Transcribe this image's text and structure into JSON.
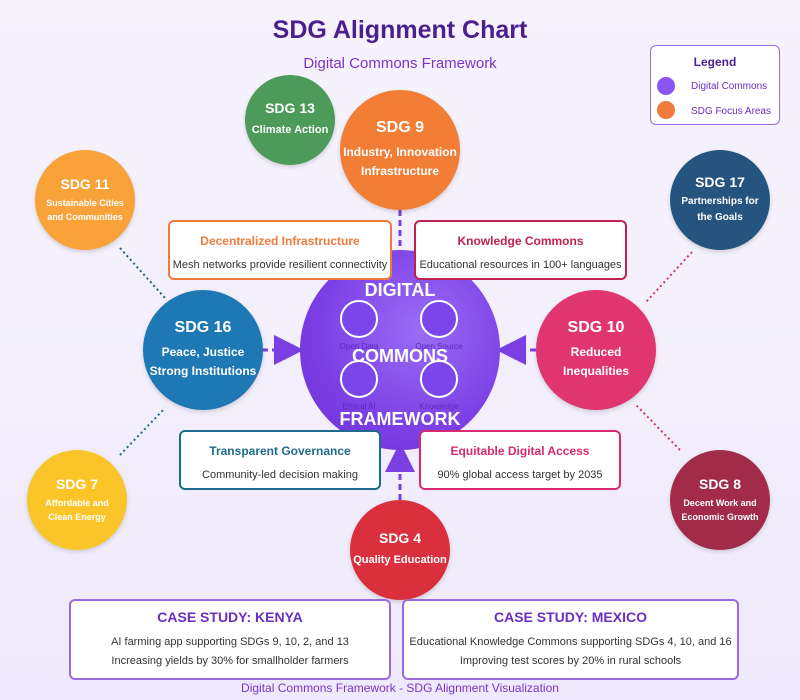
{
  "title": "SDG Alignment Chart",
  "subtitle": "Digital Commons Framework",
  "footer": "Digital Commons Framework - SDG Alignment Visualization",
  "legend": {
    "title": "Legend",
    "items": [
      {
        "label": "Digital Commons",
        "color": "#8a55f0"
      },
      {
        "label": "SDG Focus Areas",
        "color": "#f07a3a"
      }
    ]
  },
  "center": {
    "line1": "DIGITAL",
    "line2": "COMMONS",
    "line3": "FRAMEWORK",
    "nodes": [
      "Open Data",
      "Open Source",
      "Ethical AI",
      "Knowledge"
    ]
  },
  "sdgs": {
    "sdg13": {
      "code": "SDG 13",
      "line1": "Climate Action",
      "line2": "",
      "color": "#4d9a5a"
    },
    "sdg9": {
      "code": "SDG 9",
      "line1": "Industry, Innovation",
      "line2": "Infrastructure",
      "color": "#f27d35"
    },
    "sdg11": {
      "code": "SDG 11",
      "line1": "Sustainable Cities",
      "line2": "and Communities",
      "color": "#f9a23a"
    },
    "sdg17": {
      "code": "SDG 17",
      "line1": "Partnerships for",
      "line2": "the Goals",
      "color": "#25557f"
    },
    "sdg16": {
      "code": "SDG 16",
      "line1": "Peace, Justice",
      "line2": "Strong Institutions",
      "color": "#1d78b4"
    },
    "sdg10": {
      "code": "SDG 10",
      "line1": "Reduced",
      "line2": "Inequalities",
      "color": "#e0356e"
    },
    "sdg7": {
      "code": "SDG 7",
      "line1": "Affordable and",
      "line2": "Clean Energy",
      "color": "#fbc52a"
    },
    "sdg8": {
      "code": "SDG 8",
      "line1": "Decent Work and",
      "line2": "Economic Growth",
      "color": "#a32b4a"
    },
    "sdg4": {
      "code": "SDG 4",
      "line1": "Quality Education",
      "line2": "",
      "color": "#da2f3c"
    }
  },
  "boxes": {
    "decentralized": {
      "title": "Decentralized Infrastructure",
      "text": "Mesh networks provide resilient connectivity",
      "color": "#f07a3a"
    },
    "knowledge": {
      "title": "Knowledge Commons",
      "text": "Educational resources in 100+ languages",
      "color": "#c0224f"
    },
    "governance": {
      "title": "Transparent Governance",
      "text": "Community-led decision making",
      "color": "#1f6b8e"
    },
    "access": {
      "title": "Equitable Digital Access",
      "text": "90% global access target by 2035",
      "color": "#d62a6c"
    }
  },
  "cases": {
    "kenya": {
      "title": "CASE STUDY: KENYA",
      "line1": "AI farming app supporting SDGs 9, 10, 2, and 13",
      "line2": "Increasing yields by 30% for smallholder farmers"
    },
    "mexico": {
      "title": "CASE STUDY: MEXICO",
      "line1": "Educational Knowledge Commons supporting SDGs 4, 10, and 16",
      "line2": "Improving test scores by 20% in rural schools"
    }
  }
}
